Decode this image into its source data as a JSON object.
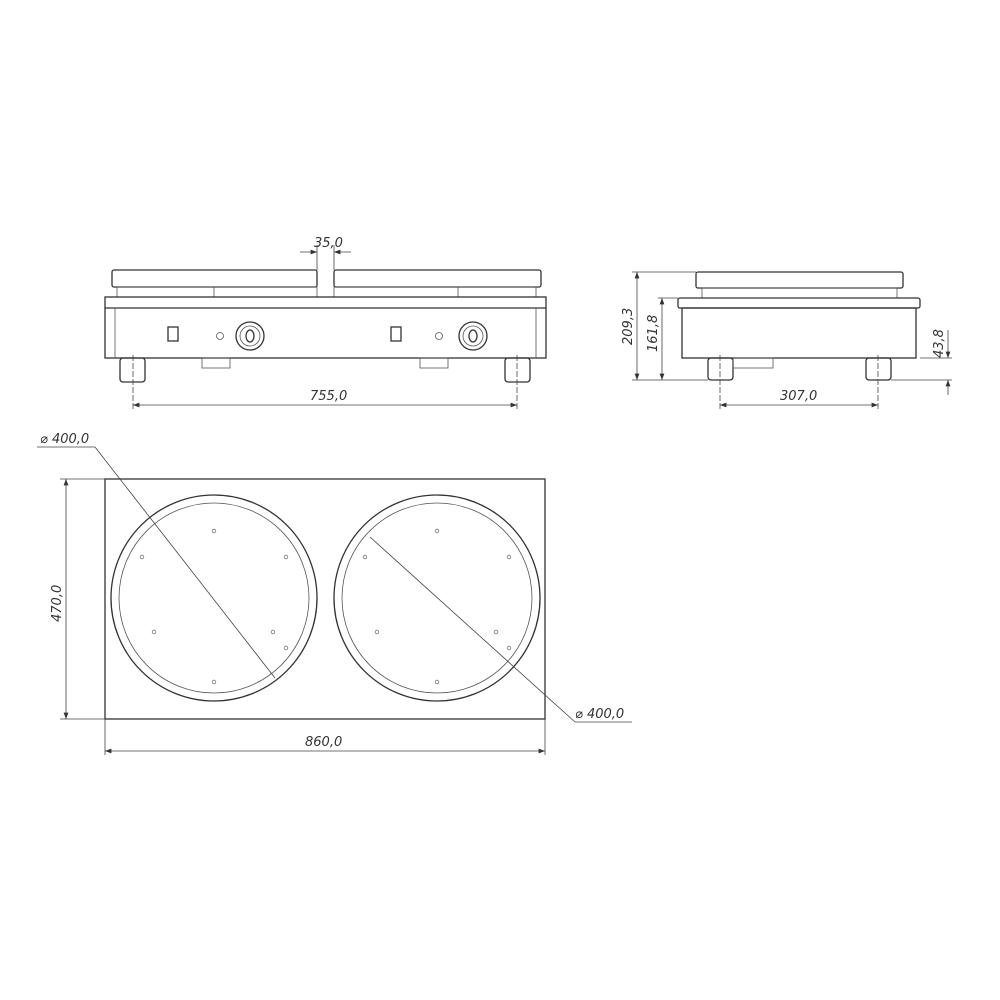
{
  "title": "Double induction crepe maker technical drawing",
  "front_view": {
    "plate_gap": "35,0",
    "feet_spacing": "755,0"
  },
  "side_view": {
    "total_height": "209,3",
    "body_height": "161,8",
    "leg_height": "43,8",
    "feet_spacing": "307,0"
  },
  "top_view": {
    "width": "860,0",
    "depth": "470,0",
    "left_plate_diameter": "⌀ 400,0",
    "right_plate_diameter": "⌀ 400,0"
  },
  "colors": {
    "line": "#333333",
    "background": "#ffffff"
  }
}
